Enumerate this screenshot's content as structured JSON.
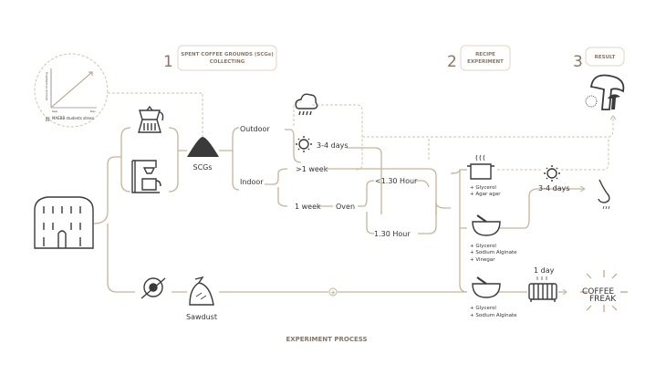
{
  "steps": [
    {
      "number": "1",
      "title_line1": "SPENT COFFEE GROUNDS (SCGs)",
      "title_line2": "COLLECTING"
    },
    {
      "number": "2",
      "title_line1": "RECIPE",
      "title_line2": "EXPERIMENT"
    },
    {
      "number": "3",
      "title_line1": "RESULT"
    }
  ],
  "inset_chart": {
    "ylabel": "Amount of collecting",
    "x_start": "Sep.",
    "x_end": "Dec.",
    "caption": "MAEBB students stress"
  },
  "labels": {
    "scgs": "SCGs",
    "outdoor": "Outdoor",
    "indoor": "Indoor",
    "days_outdoor": "3-4 days",
    "over_week": ">1 week",
    "one_week": "1 week",
    "oven": "Oven",
    "under_130": "<1.30 Hour",
    "hour_130": "1.30 Hour",
    "days_dry": "3-4 days",
    "one_day": "1 day",
    "sawdust": "Sawdust"
  },
  "recipes": [
    [
      "+ Glycerol",
      "+ Agar agar"
    ],
    [
      "+ Glycerol",
      "+ Sodium Alginate",
      "+ Vinegar"
    ],
    [
      "+ Glycerol",
      "+ Sodium Alginate"
    ]
  ],
  "logo": {
    "line1": "COFFEE",
    "line2": "FREAK"
  },
  "footer": "EXPERIMENT PROCESS",
  "colors": {
    "line": "#c8b397",
    "accent": "#8a7560",
    "icon": "#3a3a3a"
  }
}
